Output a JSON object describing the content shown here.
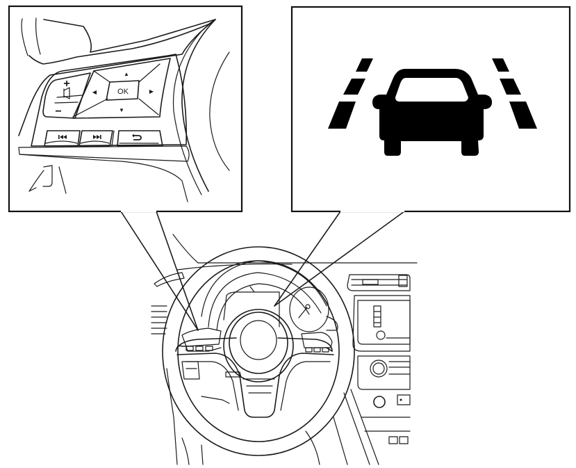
{
  "figure": {
    "description": "Steering wheel switch location and lane departure indicator",
    "colors": {
      "line": "#1a1a1a",
      "background": "#ffffff",
      "icon_fill": "#000000"
    }
  },
  "left_callout": {
    "title": "steering-wheel-switches",
    "buttons": {
      "volume_up": "+",
      "volume_down": "−",
      "mute_icon": "speaker-icon",
      "ok": "OK",
      "up": "▲",
      "down": "▼",
      "left": "◀",
      "right": "▶",
      "prev_icon": "previous-track-icon",
      "next_icon": "next-track-icon",
      "back_icon": "back-icon"
    }
  },
  "right_callout": {
    "title": "lane-departure-warning-indicator",
    "icon": "car-with-lane-markers-icon"
  },
  "overview": {
    "title": "dashboard-overview",
    "parts": [
      "steering-wheel",
      "instrument-cluster",
      "center-console",
      "air-vent",
      "audio-unit"
    ]
  }
}
